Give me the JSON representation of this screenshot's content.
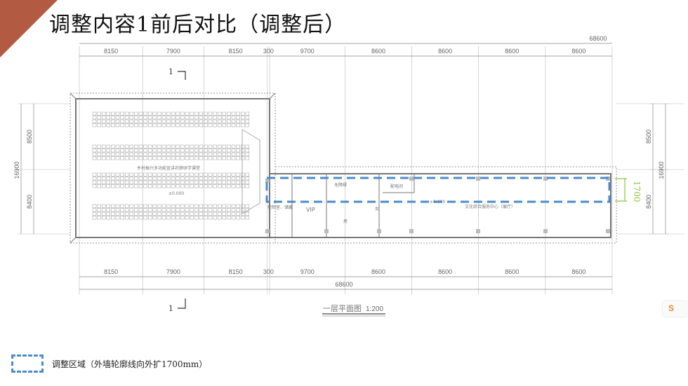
{
  "title": "调整内容1前后对比（调整后）",
  "plan": {
    "top_total": "68600",
    "bottom_total": "68600",
    "bays": [
      "8150",
      "7900",
      "8150",
      "300",
      "9700",
      "8600",
      "8600",
      "8600",
      "8600"
    ],
    "left_total": "16900",
    "left_bays": [
      "8500",
      "8400"
    ],
    "right_total": "16900",
    "right_bays": [
      "8500",
      "8400"
    ],
    "section_mark": "1",
    "rooms": {
      "hall": "乡村振兴多功能宣讲农耕研学课堂",
      "hall_level": "±0.000",
      "control": "控制室、储藏",
      "vip": "VIP",
      "accessible": "无障碍",
      "power": "配电间",
      "men": "男",
      "women": "女",
      "exhibition": "文化综合服务中心（展厅）",
      "exhibition_level": "±0.000"
    },
    "expansion_dim": "1700",
    "drawing_title": "一层平面图",
    "scale": "1:200"
  },
  "legend": {
    "label": "调整区域（外墙轮廓线向外扩1700mm）"
  },
  "colors": {
    "accent": "#b35a42",
    "adjust": "#4a8ccb",
    "dim_green": "#8cc63f"
  },
  "widget": {
    "label": "S"
  }
}
